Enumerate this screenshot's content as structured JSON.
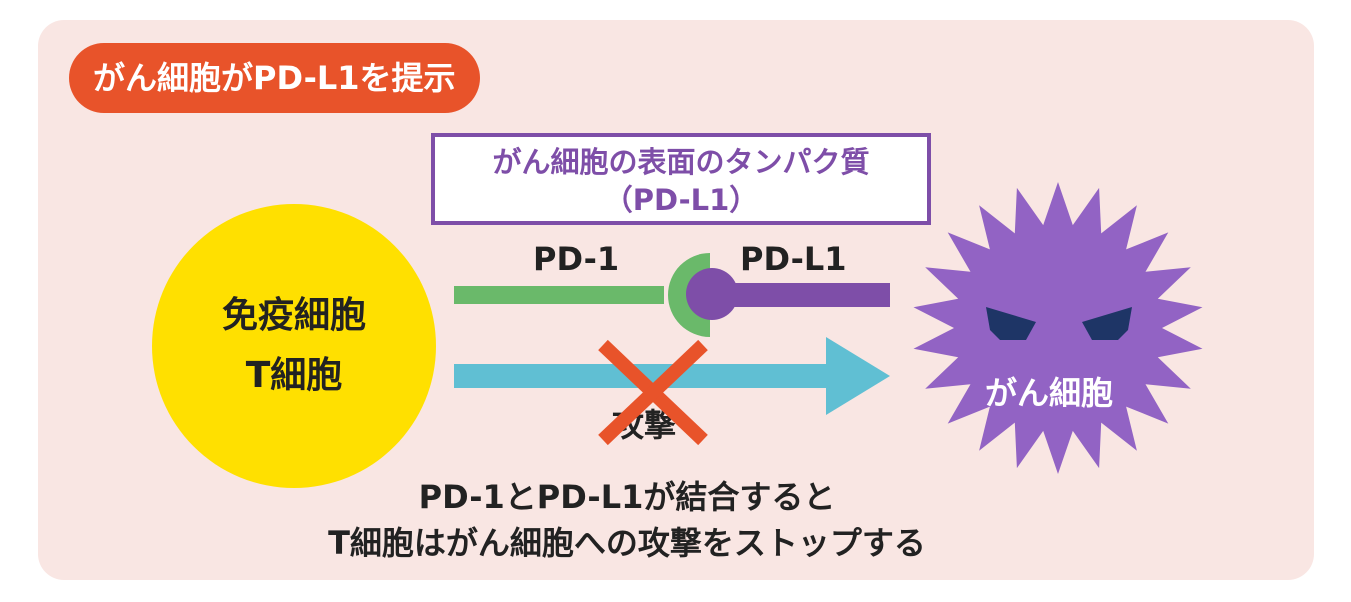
{
  "title": "がん細胞がPD-L1を提示",
  "surface_protein_box": {
    "line1": "がん細胞の表面のタンパク質",
    "line2": "（PD-L1）"
  },
  "immune_cell": {
    "line1": "免疫細胞",
    "line2": "T細胞"
  },
  "pd1_label": "PD-1",
  "pdl1_label": "PD-L1",
  "attack_label": "攻撃",
  "cancer_cell_label": "がん細胞",
  "caption": {
    "line1": "PD-1とPD-L1が結合すると",
    "line2": "T細胞はがん細胞への攻撃をストップする"
  },
  "colors": {
    "panel_bg": "#f9e6e3",
    "title_pill": "#e8532a",
    "purple": "#7e4ea8",
    "cancer_cell": "#9263c4",
    "immune_cell": "#ffe000",
    "pd1_green": "#6ab96a",
    "attack_arrow": "#60bfd3",
    "cross": "#e8532a",
    "eyes": "#1e3566"
  },
  "icons": [
    "immune-cell-circle",
    "cancer-cell-spiky",
    "attack-arrow",
    "blocked-cross-icon"
  ]
}
